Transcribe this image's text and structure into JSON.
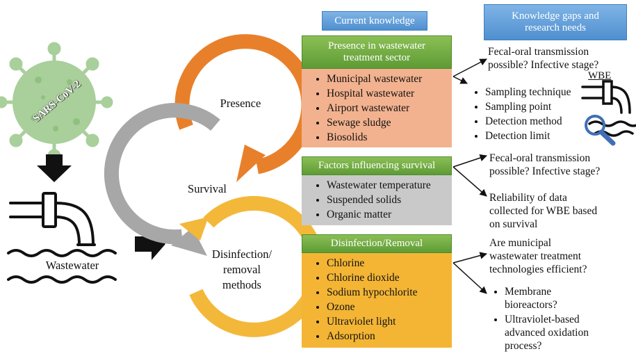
{
  "virus_label": "SARS-CoV-2",
  "wastewater_label": "Wastewater",
  "cycle": {
    "presence": "Presence",
    "survival": "Survival",
    "disinfection": "Disinfection/\nremoval\nmethods"
  },
  "headers": {
    "current_knowledge": "Current knowledge",
    "knowledge_gaps": "Knowledge gaps and\nresearch needs"
  },
  "sections": {
    "presence": {
      "title": "Presence in wastewater\ntreatment sector",
      "items": [
        "Municipal wastewater",
        "Hospital wastewater",
        "Airport wastewater",
        "Sewage sludge",
        "Biosolids"
      ]
    },
    "survival": {
      "title": "Factors influencing survival",
      "items": [
        "Wastewater temperature",
        "Suspended solids",
        "Organic matter"
      ]
    },
    "disinfection": {
      "title": "Disinfection/Removal",
      "items": [
        "Chlorine",
        "Chlorine dioxide",
        "Sodium hypochlorite",
        "Ozone",
        "Ultraviolet light",
        "Adsorption"
      ]
    }
  },
  "gaps": {
    "presence_q": "Fecal-oral transmission\npossible? Infective stage?",
    "wbe_label": "WBE",
    "wbe_items": [
      "Sampling technique",
      "Sampling point",
      "Detection method",
      "Detection limit"
    ],
    "survival_q": "Fecal-oral transmission\npossible? Infective stage?",
    "survival_reliability": "Reliability of data\ncollected for WBE based\non survival",
    "disinfection_q": "Are municipal\nwastewater treatment\ntechnologies efficient?",
    "disinfection_items": [
      "Membrane\nbioreactors?",
      "Ultraviolet-based\nadvanced oxidation\nprocess?"
    ]
  },
  "colors": {
    "virus": "#a9cf9b",
    "orange_arc": "#e8802b",
    "gray_arc": "#a7a7a7",
    "yellow_arc": "#f3b83a",
    "blue_header": "#5f9edb",
    "green_header": "#6da83f",
    "presence_box": "#f3b28f",
    "survival_box": "#c9c9c9",
    "disinfection_box": "#f4b535"
  }
}
